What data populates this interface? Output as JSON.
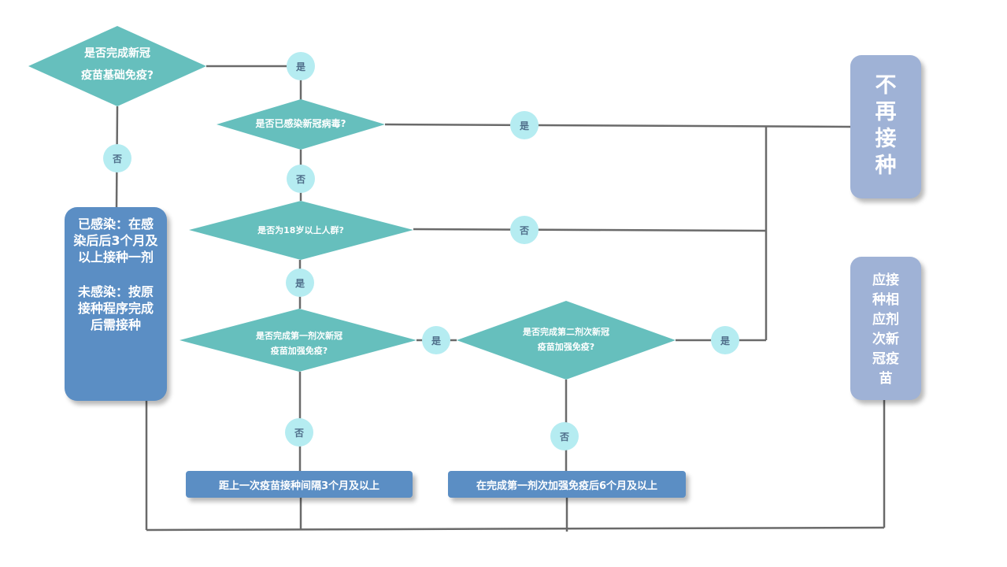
{
  "diamonds": {
    "d1": [
      "是否完成新冠",
      "疫苗基础免疫?"
    ],
    "d2": [
      "是否已感染新冠病毒?"
    ],
    "d3": [
      "是否为18岁以上人群?"
    ],
    "d4": [
      "是否完成第一剂次新冠",
      "疫苗加强免疫?"
    ],
    "d5": [
      "是否完成第二剂次新冠",
      "疫苗加强免疫?"
    ]
  },
  "badges": {
    "b1_yes": "是",
    "b1_no": "否",
    "b2_yes": "是",
    "b2_no": "否",
    "b3_no": "否",
    "b3_yes": "是",
    "b4_yes": "是",
    "b4_no": "否",
    "b5_yes": "是",
    "b5_no": "否"
  },
  "boxes": {
    "left_infected": "已感染：在感染后后3个月及以上接种一剂",
    "left_uninfected": "未感染：按原接种程序完成后需接种",
    "stop": [
      "不",
      "再",
      "接",
      "种"
    ],
    "should": [
      "应接",
      "种相",
      "应剂",
      "次新",
      "冠疫",
      "苗"
    ],
    "bottom_1": "距上一次疫苗接种间隔3个月及以上",
    "bottom_2": "在完成第一剂次加强免疫后6个月及以上"
  },
  "colors": {
    "diamond": "#66bfbd",
    "badge": "#b5ecf1",
    "box_blue": "#5b8ec4",
    "box_light": "#9fb2d6",
    "line": "#6a6a6a"
  }
}
